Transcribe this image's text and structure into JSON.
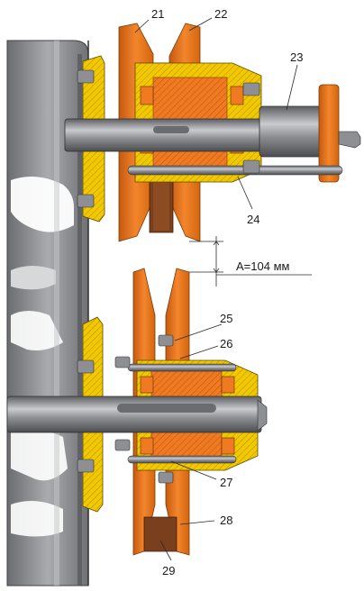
{
  "callouts": [
    {
      "id": "21",
      "text": "21"
    },
    {
      "id": "22",
      "text": "22"
    },
    {
      "id": "23",
      "text": "23"
    },
    {
      "id": "24",
      "text": "24"
    },
    {
      "id": "25",
      "text": "25"
    },
    {
      "id": "26",
      "text": "26"
    },
    {
      "id": "27",
      "text": "27"
    },
    {
      "id": "28",
      "text": "28"
    },
    {
      "id": "29",
      "text": "29"
    }
  ],
  "dimension": {
    "text": "A=104 мм"
  },
  "colors": {
    "orange": "#f07a22",
    "orange_dark": "#c55a10",
    "yellow": "#f2c800",
    "yellow_dark": "#b89400",
    "steel": "#8d8f93",
    "steel_dark": "#5e6064",
    "wheel": "#7c7e82",
    "wheel_light": "#b3b5b8",
    "belt": "#7a3f1c"
  },
  "icons": [
    "drive-shaft",
    "pulley-disc",
    "bearing-housing",
    "bolt",
    "belt"
  ]
}
